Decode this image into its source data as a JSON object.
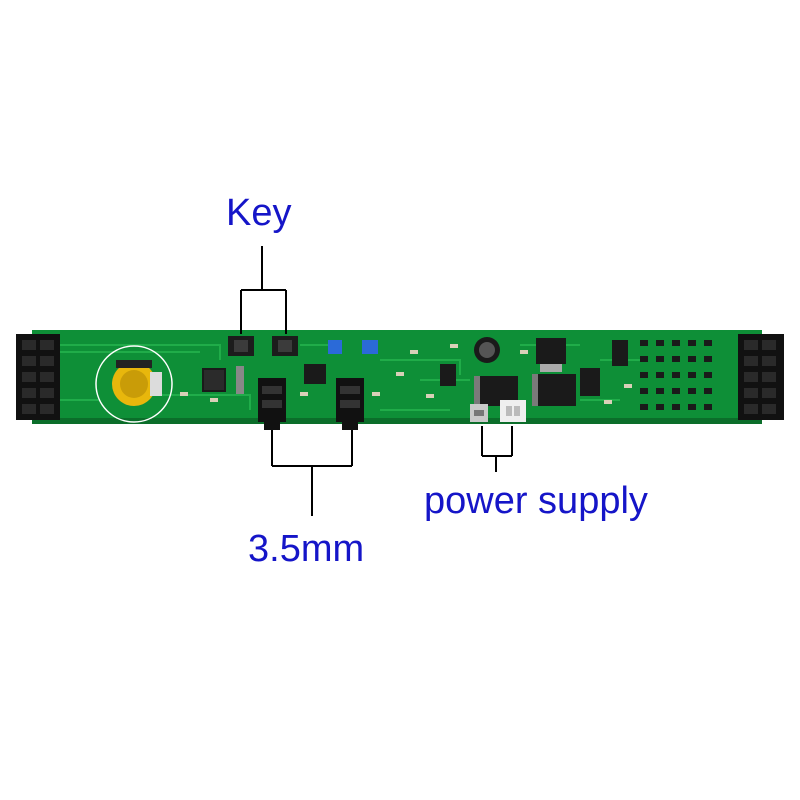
{
  "colors": {
    "label": "#1515c8",
    "pcb": "#0e8f37",
    "pcb_dark": "#0b6e2a",
    "trace": "#22b04c",
    "silkscreen": "#ffffff",
    "header": "#111111",
    "battery": "#e8b70c",
    "leader_line": "#000000"
  },
  "labels": {
    "key": "Key",
    "audio_jack": "3.5mm",
    "power_supply": "power supply"
  }
}
